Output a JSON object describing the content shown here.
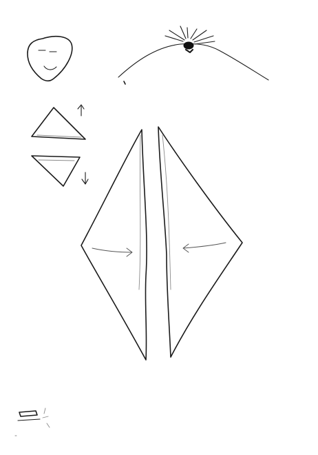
{
  "page": {
    "background": "#ffffff",
    "ink_color": "#1a1a1a"
  },
  "figures": [
    {
      "name": "smiley-face",
      "kind": "face-outline"
    },
    {
      "name": "lamp-on-curve",
      "kind": "light-source-over-arc"
    },
    {
      "name": "triangle-flip-up",
      "kind": "triangle-with-up-arrow"
    },
    {
      "name": "triangle-flip-down",
      "kind": "triangle-with-down-arrow"
    },
    {
      "name": "left-half-kite",
      "kind": "half-diamond-with-right-arrow"
    },
    {
      "name": "right-half-kite",
      "kind": "half-diamond-with-left-arrow"
    },
    {
      "name": "corner-doodle",
      "kind": "scribble"
    }
  ]
}
